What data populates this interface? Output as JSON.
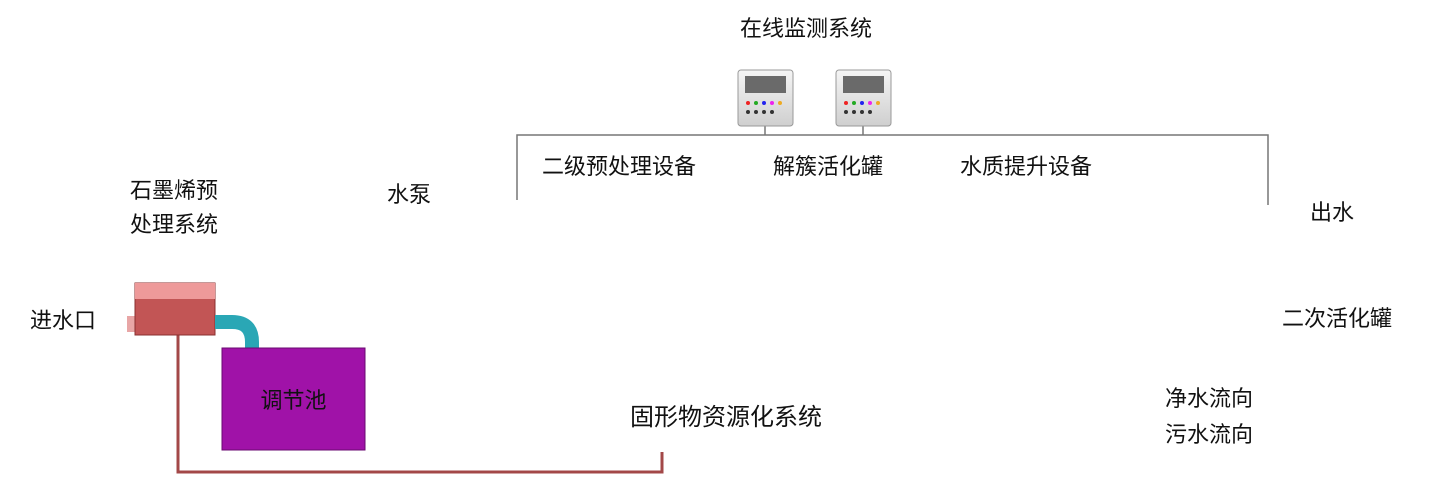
{
  "labels": {
    "monitor": "在线监测系统",
    "pretreat_line1": "石墨烯预",
    "pretreat_line2": "处理系统",
    "inlet": "进水口",
    "pump": "水泵",
    "secondary": "二级预处理设备",
    "deagglom": "解簇活化罐",
    "quality": "水质提升设备",
    "outlet": "出水",
    "second_tank": "二次活化罐",
    "tank": "调节池",
    "solids": "固形物资源化系统"
  },
  "legend": {
    "clean": "净水流向",
    "dirty": "污水流向"
  },
  "colors": {
    "clean_arrow": "#9e1b1b",
    "dirty_arrow": "#1626a8",
    "pipe_teal": "#2aa7b5",
    "pipe_green": "#2fb52a",
    "pipe_pink": "#e8a6a6",
    "vessel_yellow": "#d8d22a",
    "tank_purple": "#a012a8",
    "solids_teal": "#16aaa8",
    "valve_purple": "#b070c0",
    "tank_tan": "#d9a06a"
  }
}
